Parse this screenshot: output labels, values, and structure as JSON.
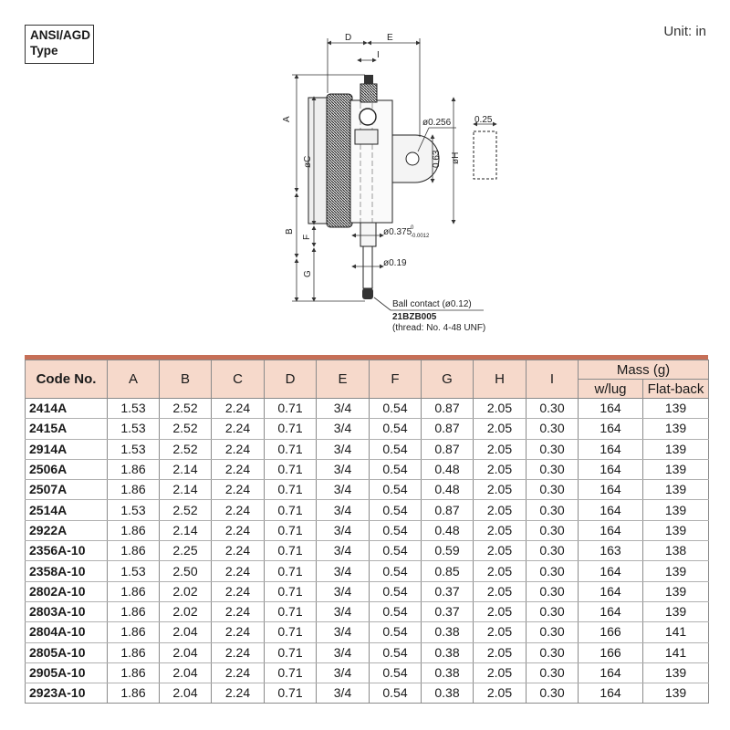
{
  "type_label": {
    "line1": "ANSI/AGD",
    "line2": "Type"
  },
  "unit_label": "Unit: in",
  "drawing": {
    "dim_labels": {
      "A": "A",
      "B": "B",
      "C": "øC",
      "D": "D",
      "E": "E",
      "F": "F",
      "G": "G",
      "H": "øH",
      "I": "I"
    },
    "hole_dia": "ø0.256",
    "lug_height": "0.63",
    "lug_thickness": "0.25",
    "stem_dia_main": "ø0.375",
    "stem_tol_upper": "0",
    "stem_tol_lower": "-0.0012",
    "spindle_dia": "ø0.19",
    "ball_contact": "Ball contact (ø0.12)",
    "part_no": "21BZB005",
    "thread": "(thread: No. 4-48 UNF)"
  },
  "table": {
    "headers": {
      "code": "Code No.",
      "A": "A",
      "B": "B",
      "C": "C",
      "D": "D",
      "E": "E",
      "F": "F",
      "G": "G",
      "H": "H",
      "I": "I",
      "mass": "Mass (g)",
      "lug": "w/lug",
      "flat": "Flat-back"
    },
    "rows": [
      [
        "2414A",
        "1.53",
        "2.52",
        "2.24",
        "0.71",
        "3/4",
        "0.54",
        "0.87",
        "2.05",
        "0.30",
        "164",
        "139"
      ],
      [
        "2415A",
        "1.53",
        "2.52",
        "2.24",
        "0.71",
        "3/4",
        "0.54",
        "0.87",
        "2.05",
        "0.30",
        "164",
        "139"
      ],
      [
        "2914A",
        "1.53",
        "2.52",
        "2.24",
        "0.71",
        "3/4",
        "0.54",
        "0.87",
        "2.05",
        "0.30",
        "164",
        "139"
      ],
      [
        "2506A",
        "1.86",
        "2.14",
        "2.24",
        "0.71",
        "3/4",
        "0.54",
        "0.48",
        "2.05",
        "0.30",
        "164",
        "139"
      ],
      [
        "2507A",
        "1.86",
        "2.14",
        "2.24",
        "0.71",
        "3/4",
        "0.54",
        "0.48",
        "2.05",
        "0.30",
        "164",
        "139"
      ],
      [
        "2514A",
        "1.53",
        "2.52",
        "2.24",
        "0.71",
        "3/4",
        "0.54",
        "0.87",
        "2.05",
        "0.30",
        "164",
        "139"
      ],
      [
        "2922A",
        "1.86",
        "2.14",
        "2.24",
        "0.71",
        "3/4",
        "0.54",
        "0.48",
        "2.05",
        "0.30",
        "164",
        "139"
      ],
      [
        "2356A-10",
        "1.86",
        "2.25",
        "2.24",
        "0.71",
        "3/4",
        "0.54",
        "0.59",
        "2.05",
        "0.30",
        "163",
        "138"
      ],
      [
        "2358A-10",
        "1.53",
        "2.50",
        "2.24",
        "0.71",
        "3/4",
        "0.54",
        "0.85",
        "2.05",
        "0.30",
        "164",
        "139"
      ],
      [
        "2802A-10",
        "1.86",
        "2.02",
        "2.24",
        "0.71",
        "3/4",
        "0.54",
        "0.37",
        "2.05",
        "0.30",
        "164",
        "139"
      ],
      [
        "2803A-10",
        "1.86",
        "2.02",
        "2.24",
        "0.71",
        "3/4",
        "0.54",
        "0.37",
        "2.05",
        "0.30",
        "164",
        "139"
      ],
      [
        "2804A-10",
        "1.86",
        "2.04",
        "2.24",
        "0.71",
        "3/4",
        "0.54",
        "0.38",
        "2.05",
        "0.30",
        "166",
        "141"
      ],
      [
        "2805A-10",
        "1.86",
        "2.04",
        "2.24",
        "0.71",
        "3/4",
        "0.54",
        "0.38",
        "2.05",
        "0.30",
        "166",
        "141"
      ],
      [
        "2905A-10",
        "1.86",
        "2.04",
        "2.24",
        "0.71",
        "3/4",
        "0.54",
        "0.38",
        "2.05",
        "0.30",
        "164",
        "139"
      ],
      [
        "2923A-10",
        "1.86",
        "2.04",
        "2.24",
        "0.71",
        "3/4",
        "0.54",
        "0.38",
        "2.05",
        "0.30",
        "164",
        "139"
      ]
    ]
  }
}
